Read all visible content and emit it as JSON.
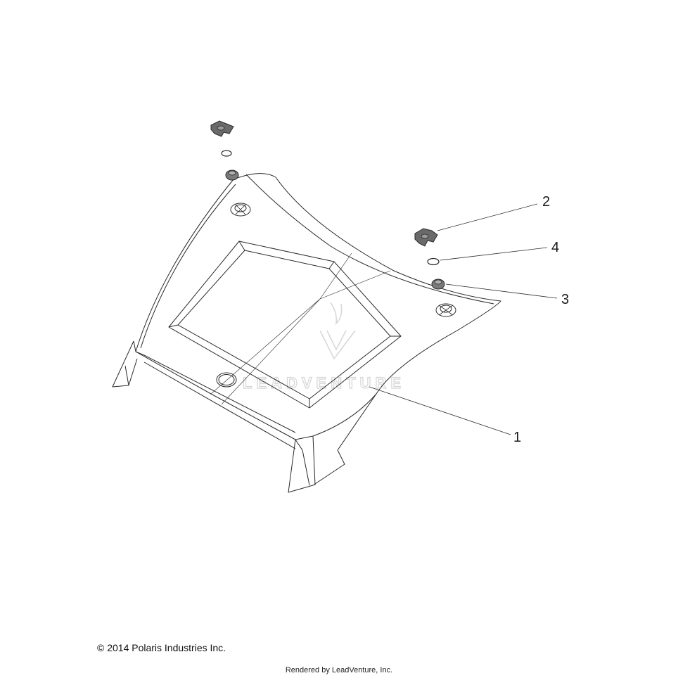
{
  "callouts": [
    {
      "number": "1",
      "part": "hood panel"
    },
    {
      "number": "2",
      "part": "fastener"
    },
    {
      "number": "3",
      "part": "grommet"
    },
    {
      "number": "4",
      "part": "washer"
    }
  ],
  "watermark": {
    "brand_text": "LEADVENTURE",
    "color": "#d6d6d6"
  },
  "footer": {
    "copyright": "© 2014 Polaris Industries Inc.",
    "rendered_by": "Rendered by LeadVenture, Inc."
  },
  "colors": {
    "line": "#2a2a2a",
    "background": "#ffffff",
    "part_fill": "#7a7a7a"
  }
}
